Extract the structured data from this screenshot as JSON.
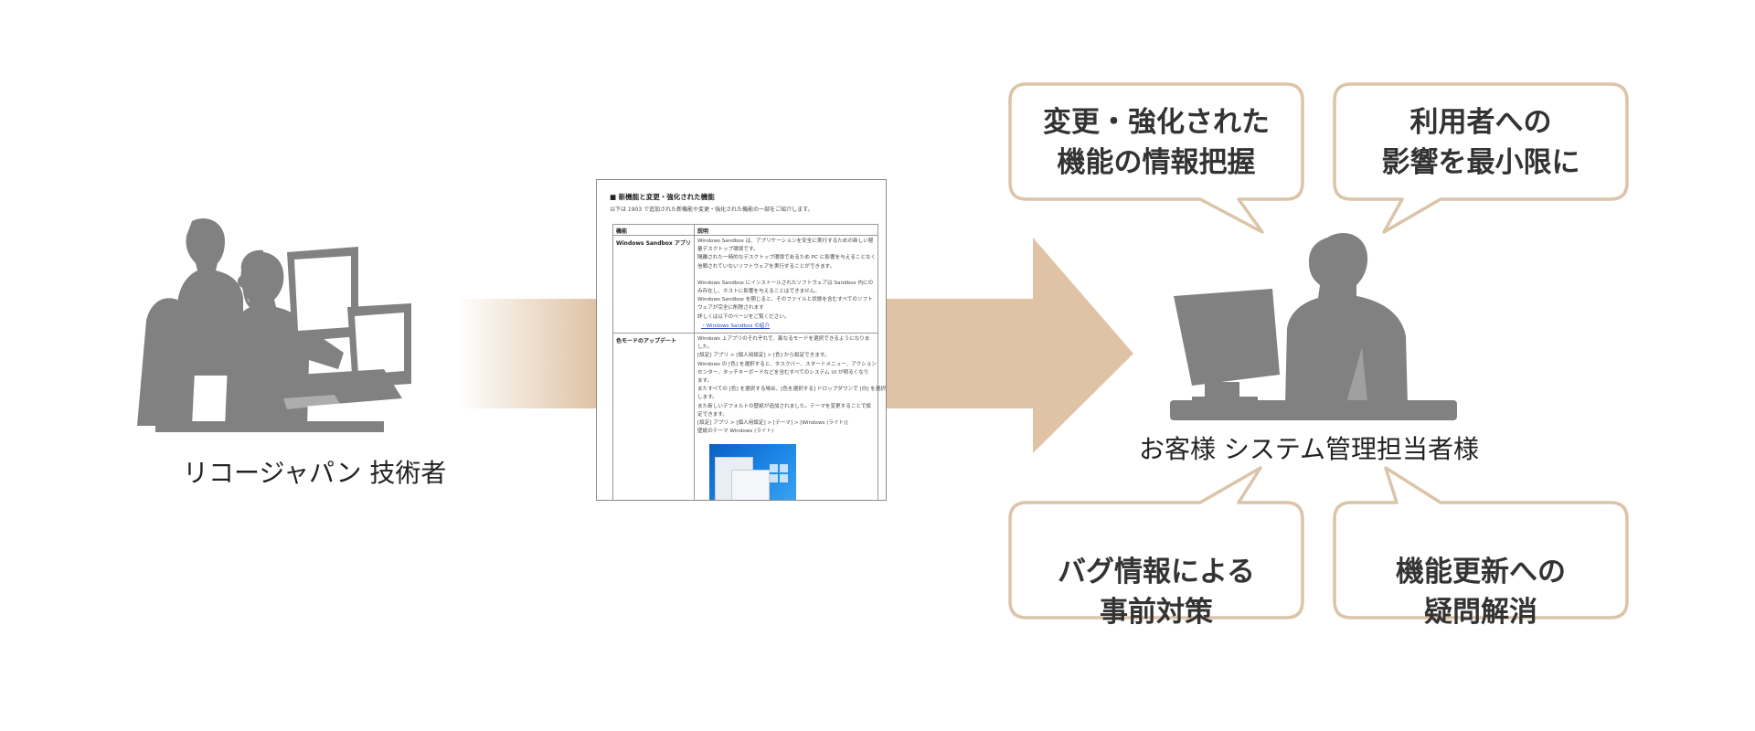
{
  "technician": {
    "label": "リコージャパン 技術者"
  },
  "customer": {
    "label": "お客様 システム管理担当者様"
  },
  "document": {
    "title": "■ 新機能と変更・強化された機能",
    "intro": "以下は 1903 で追加された新機能や変更・強化された機能の一部をご紹介します。",
    "table": {
      "headers": [
        "機能",
        "説明"
      ],
      "rows": [
        {
          "feature": "Windows Sandbox アプリ",
          "lines": [
            "Windows Sandbox は、アプリケーションを安全に実行するための新しい軽",
            "量デスクトップ環境です。",
            "隔離された一時的なデスクトップ環境であるため PC に影響を与えることなく",
            "信頼されていないソフトウェアを実行することができます。",
            "",
            "Windows Sandbox にインストールされたソフトウェアは Sandbox 内にの",
            "み存在し、ホストに影響を与えることはできません。",
            "Windows Sandbox を閉じると、そのファイルと状態を含むすべてのソフト",
            "ウェアが完全に削除されます",
            "詳しくは以下のページをご覧ください。"
          ],
          "link": "・Windows Sandbox の紹介"
        },
        {
          "feature": "色モードのアップデート",
          "lines": [
            "Windows 上アプリのそれぞれで、異なるモードを選択できるようになりま",
            "した。",
            "[設定] アプリ > [個人用設定] > [色] から設定できます。",
            "Windows の [色] を選択すると、タスクバー、スタートメニュー、アクション",
            "センター、タッチキーボードなどを含むすべてのシステム UI が明るくなり",
            "ます。",
            "またすべての [色] を選択する場合、[色を選択する] ドロップダウンで [白] を選択",
            "します。",
            "また新しいデフォルトの壁紙が追加されました。テーマを変更することで設",
            "定できます。",
            "[設定] アプリ > [個人用設定] > [テーマ] > [Windows (ライト)]",
            "壁紙のテーマ Windows (ライト)"
          ]
        }
      ]
    }
  },
  "bubbles": [
    {
      "line1": "変更・強化された",
      "line2": "機能の情報把握"
    },
    {
      "line1": "利用者への",
      "line2": "影響を最小限に"
    },
    {
      "line1": "バグ情報による",
      "line2": "事前対策"
    },
    {
      "line1": "機能更新への",
      "line2": "疑問解消"
    }
  ],
  "colors": {
    "arrow": "#dfc3a4",
    "bubble_border": "#dcc4a8",
    "silhouette": "#818181",
    "link": "#2a4fbf"
  }
}
